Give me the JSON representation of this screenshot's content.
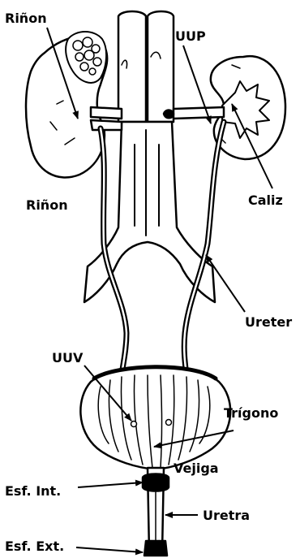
{
  "labels": {
    "rinon_top": "Riñon",
    "rinon_left": "Riñon",
    "uup": "UUP",
    "caliz": "Caliz",
    "ureter": "Ureter",
    "uuv": "UUV",
    "trigono": "Trígono",
    "vejiga": "Vejiga",
    "esf_int": "Esf. Int.",
    "uretra": "Uretra",
    "esf_ext": "Esf. Ext."
  },
  "colors": {
    "ink": "#000000",
    "paper": "#ffffff"
  }
}
